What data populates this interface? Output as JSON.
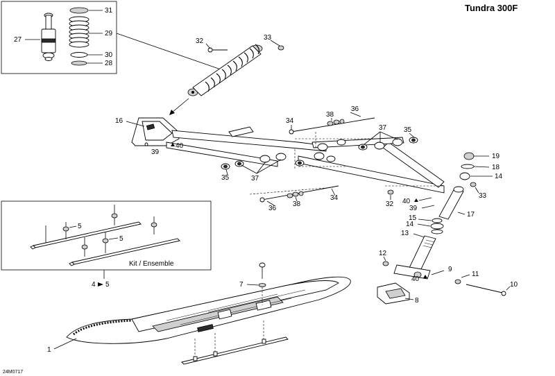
{
  "title": "Tundra 300F",
  "drawing_id": "24M0717",
  "kit_label": "Kit / Ensemble",
  "kit_ref": "4",
  "kit_arrow_target": "5",
  "callouts": {
    "c1": "1",
    "c5a": "5",
    "c5b": "5",
    "c7": "7",
    "c8": "8",
    "c9": "9",
    "c10": "10",
    "c11": "11",
    "c12": "12",
    "c13": "13",
    "c14a": "14",
    "c14b": "14",
    "c15": "15",
    "c16": "16",
    "c17": "17",
    "c18": "18",
    "c19": "19",
    "c27": "27",
    "c28": "28",
    "c29": "29",
    "c30": "30",
    "c31": "31",
    "c32a": "32",
    "c32b": "32",
    "c33a": "33",
    "c33b": "33",
    "c34a": "34",
    "c34b": "34",
    "c35a": "35",
    "c35b": "35",
    "c36a": "36",
    "c36b": "36",
    "c37a": "37",
    "c37b": "37",
    "c38a": "38",
    "c38b": "38",
    "c39a": "39",
    "c39b": "39",
    "c40a": "40",
    "c40b": "40",
    "c40c": "40"
  }
}
